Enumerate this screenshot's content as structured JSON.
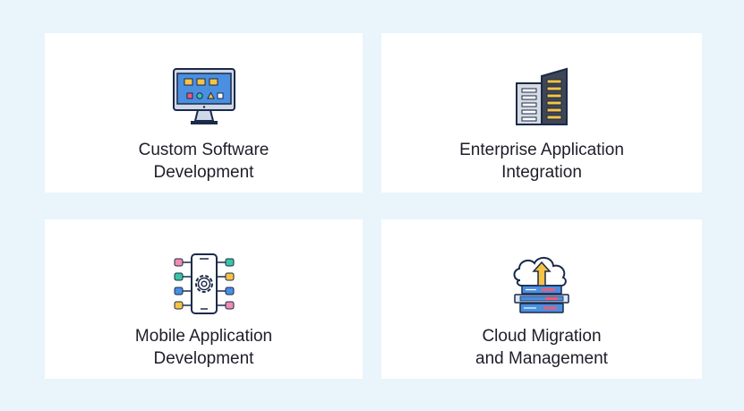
{
  "cards": [
    {
      "line1": "Custom Software",
      "line2": "Development",
      "icon": "desktop-computer-icon"
    },
    {
      "line1": "Enterprise Application",
      "line2": "Integration",
      "icon": "enterprise-building-icon"
    },
    {
      "line1": "Mobile Application",
      "line2": "Development",
      "icon": "mobile-app-icon"
    },
    {
      "line1": "Cloud Migration",
      "line2": "and Management",
      "icon": "cloud-migration-icon"
    }
  ],
  "colors": {
    "background": "#e9f4fb",
    "card": "#ffffff",
    "text": "#1e1e2a",
    "icon_outline": "#1b2a4a"
  }
}
